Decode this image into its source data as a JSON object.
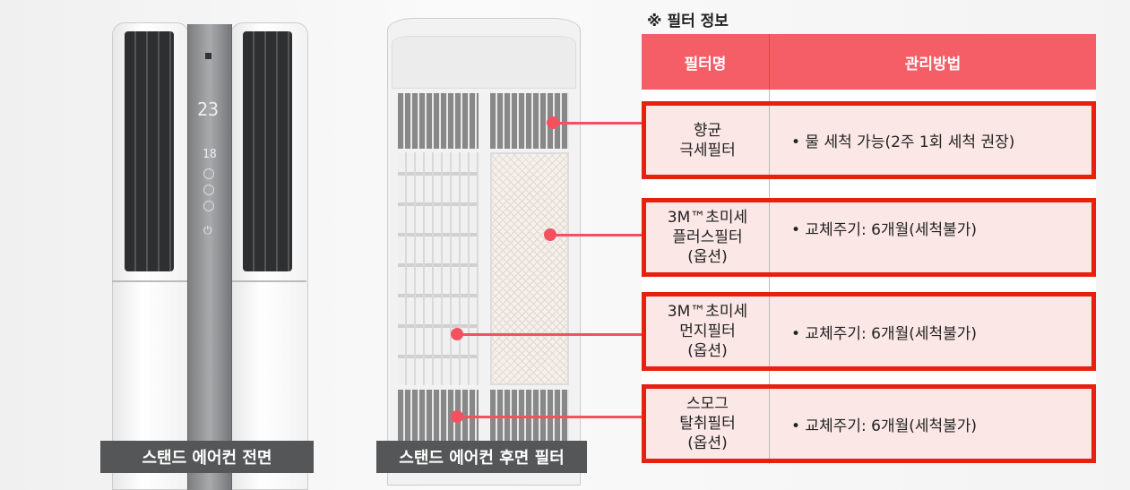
{
  "front": {
    "caption": "스탠드 에어컨 전면",
    "display_temp": "23",
    "display_value": "18"
  },
  "rear": {
    "caption": "스탠드 에어컨 후면 필터"
  },
  "table": {
    "title": "※ 필터 정보",
    "headers": [
      "필터명",
      "관리방법"
    ],
    "rows": [
      {
        "name": "향균\n극세필터",
        "method": "• 물 세척 가능(2주 1회 세척 권장)"
      },
      {
        "name": "3M™초미세\n플러스필터\n(옵션)",
        "method": "• 교체주기: 6개월(세척불가)"
      },
      {
        "name": "3M™초미세\n먼지필터\n(옵션)",
        "method": "• 교체주기: 6개월(세척불가)"
      },
      {
        "name": "스모그\n탈취필터\n(옵션)",
        "method": "• 교체주기: 6개월(세척불가)"
      }
    ]
  },
  "colors": {
    "accent": "#f55d67",
    "highlight": "#e8200f"
  }
}
